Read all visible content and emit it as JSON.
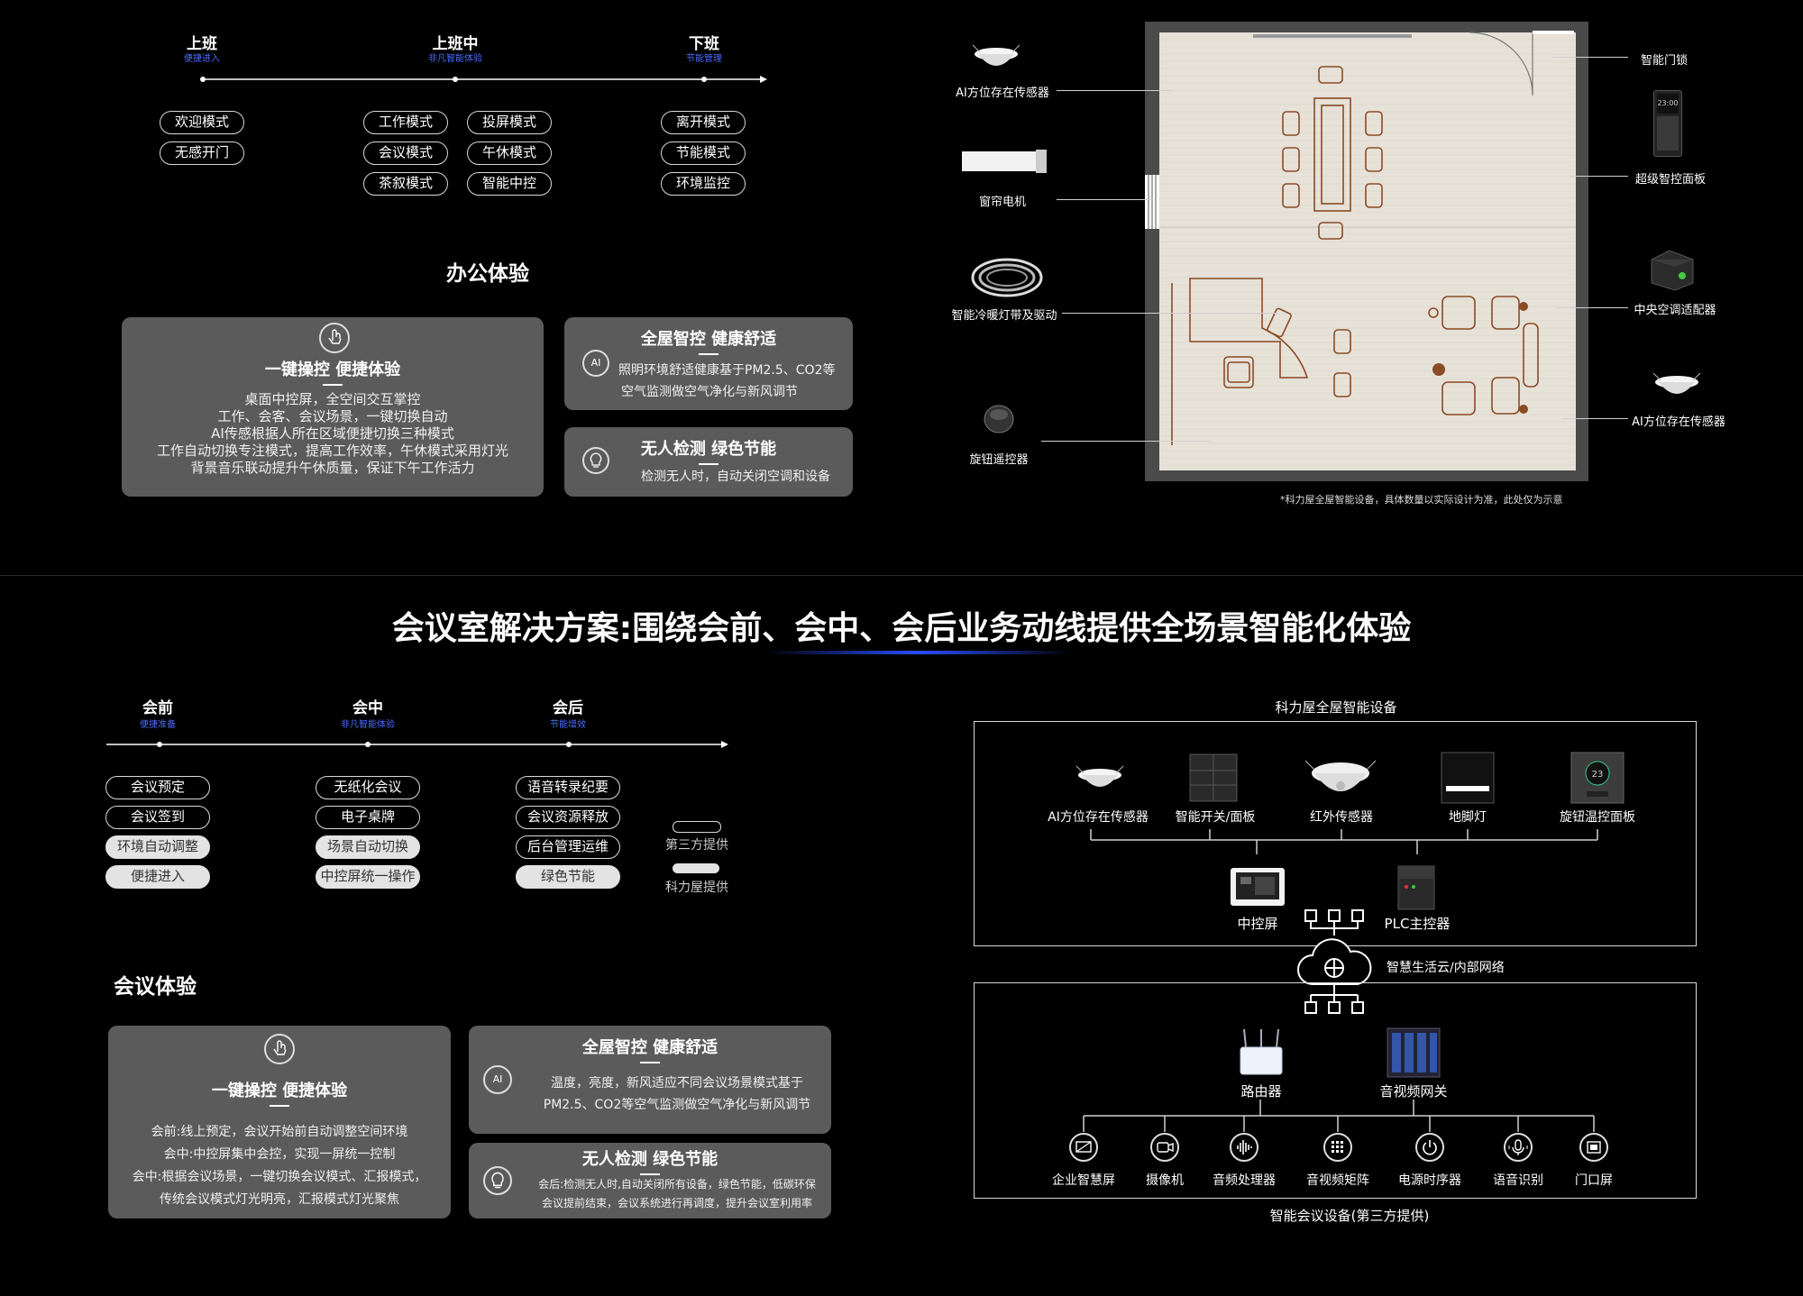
{
  "office": {
    "phases": [
      {
        "title": "上班",
        "sub": "便捷进入"
      },
      {
        "title": "上班中",
        "sub": "非凡智能体验"
      },
      {
        "title": "下班",
        "sub": "节能管理"
      }
    ],
    "pills": [
      [
        "欢迎模式",
        "无感开门"
      ],
      [
        "工作模式",
        "会议模式",
        "茶叙模式"
      ],
      [
        "投屏模式",
        "午休模式",
        "智能中控"
      ],
      [
        "离开模式",
        "节能模式",
        "环境监控"
      ]
    ],
    "section_title": "办公体验",
    "card1": {
      "title": "一键操控  便捷体验",
      "lines": [
        "桌面中控屏，全空间交互掌控",
        "工作、会客、会议场景，一键切换自动",
        "AI传感根据人所在区域便捷切换三种模式",
        "工作自动切换专注模式，提高工作效率，午休模式采用灯光",
        "背景音乐联动提升午休质量，保证下午工作活力"
      ]
    },
    "card2": {
      "title": "全屋智控  健康舒适",
      "lines": [
        "照明环境舒适健康基于PM2.5、CO2等",
        "空气监测做空气净化与新风调节"
      ]
    },
    "card3": {
      "title": "无人检测  绿色节能",
      "lines": [
        "检测无人时，自动关闭空调和设备"
      ]
    }
  },
  "floorplan": {
    "left_labels": [
      "AI方位存在传感器",
      "窗帘电机",
      "智能冷暖灯带及驱动",
      "旋钮遥控器"
    ],
    "right_labels": [
      "智能门锁",
      "超级智控面板",
      "中央空调适配器",
      "AI方位存在传感器"
    ],
    "panel_time": "23:00",
    "note": "*科力屋全屋智能设备，具体数量以实际设计为准，此处仅为示意"
  },
  "meeting": {
    "headline": "会议室解决方案:围绕会前、会中、会后业务动线提供全场景智能化体验",
    "phases": [
      {
        "title": "会前",
        "sub": "便捷准备"
      },
      {
        "title": "会中",
        "sub": "非凡智能体验"
      },
      {
        "title": "会后",
        "sub": "节能增效"
      }
    ],
    "pills": [
      [
        {
          "t": "会议预定",
          "l": false
        },
        {
          "t": "会议签到",
          "l": false
        },
        {
          "t": "环境自动调整",
          "l": true
        },
        {
          "t": "便捷进入",
          "l": true
        }
      ],
      [
        {
          "t": "无纸化会议",
          "l": false
        },
        {
          "t": "电子桌牌",
          "l": false
        },
        {
          "t": "场景自动切换",
          "l": true
        },
        {
          "t": "中控屏统一操作",
          "l": true
        }
      ],
      [
        {
          "t": "语音转录纪要",
          "l": false
        },
        {
          "t": "会议资源释放",
          "l": false
        },
        {
          "t": "后台管理运维",
          "l": false
        },
        {
          "t": "绿色节能",
          "l": true
        }
      ]
    ],
    "legend": [
      "第三方提供",
      "科力屋提供"
    ],
    "section_title": "会议体验",
    "card1": {
      "title": "一键操控  便捷体验",
      "lines": [
        "会前:线上预定，会议开始前自动调整空间环境",
        "会中:中控屏集中会控，实现一屏统一控制",
        "会中:根据会议场景，一键切换会议模式、汇报模式，",
        "传统会议模式灯光明亮，汇报模式灯光聚焦"
      ]
    },
    "card2": {
      "title": "全屋智控  健康舒适",
      "lines": [
        "温度，亮度，新风适应不同会议场景模式基于",
        "PM2.5、CO2等空气监测做空气净化与新风调节"
      ]
    },
    "card3": {
      "title": "无人检测  绿色节能",
      "lines": [
        "会后:检测无人时,自动关闭所有设备，绿色节能，低碳环保",
        "会议提前结束，会议系统进行再调度，提升会议室利用率"
      ]
    }
  },
  "system": {
    "top_title": "科力屋全屋智能设备",
    "top_devices": [
      "AI方位存在传感器",
      "智能开关/面板",
      "红外传感器",
      "地脚灯",
      "旋钮温控面板"
    ],
    "knob_value": "23",
    "center_screen": "中控屏",
    "plc": "PLC主控器",
    "cloud": "智慧生活云/内部网络",
    "router": "路由器",
    "gateway": "音视频网关",
    "bottom_devices": [
      "企业智慧屏",
      "摄像机",
      "音频处理器",
      "音视频矩阵",
      "电源时序器",
      "语音识别",
      "门口屏"
    ],
    "bottom_title": "智能会议设备(第三方提供)"
  },
  "colors": {
    "accent": "#4a6cff",
    "card": "#5b5b5b",
    "bg": "#000000"
  }
}
